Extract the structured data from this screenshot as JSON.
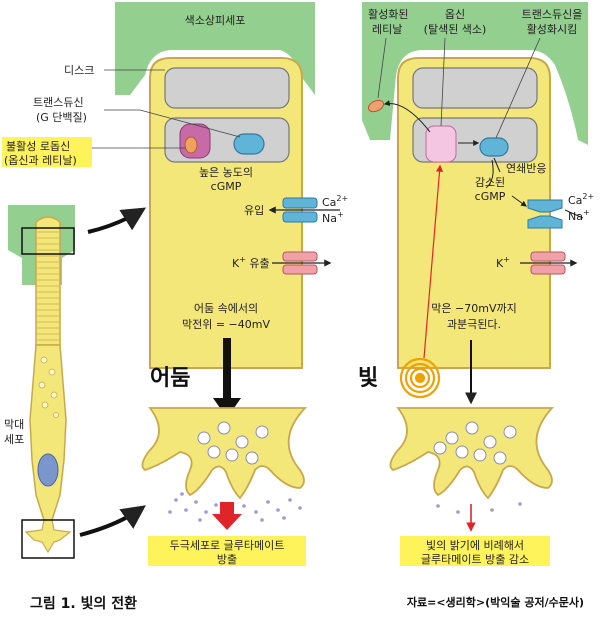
{
  "caption": "그림 1. 빛의 전환",
  "source": "자료=<생리학>(박익술 공저/수문사)",
  "dark_label": "어둠",
  "light_label": "빛",
  "rod_label_1": "막대",
  "rod_label_2": "세포",
  "left_panel": {
    "rpe": "색소상피세포",
    "disk": "디스크",
    "transducin_1": "트랜스듀신",
    "transducin_2": "(G 단백질)",
    "rhodopsin_1": "불활성 로돕신",
    "rhodopsin_2": "(옵신과 레티날)",
    "cgmp_1": "높은 농도의",
    "cgmp_2": "cGMP",
    "influx": "유입",
    "ca": "Ca",
    "ca_sup": "2+",
    "na": "Na",
    "na_sup": "+",
    "k": "K",
    "k_sup": "+",
    "efflux": " 유출",
    "potential_1": "어둠 속에서의",
    "potential_2": "막전위 = −40mV",
    "release_1": "두극세포로 글루타메이트",
    "release_2": "방출"
  },
  "right_panel": {
    "retinal_1": "활성화된",
    "retinal_2": "레티날",
    "opsin_1": "옵신",
    "opsin_2": "(탈색된 색소)",
    "transducin_1": "트랜스듀신을",
    "transducin_2": "활성화시킴",
    "cascade": "연쇄반응",
    "cgmp_1": "감소된",
    "cgmp_2": "cGMP",
    "ca": "Ca",
    "ca_sup": "2+",
    "na": "Na",
    "na_sup": "+",
    "k": "K",
    "k_sup": "+",
    "potential_1": "막은 −70mV까지",
    "potential_2": "과분극된다.",
    "release_1": "빛의 밝기에 비례해서",
    "release_2": "글루타메이트 방출 감소"
  },
  "colors": {
    "green": "#93cf8f",
    "yellow": "#f4e77a",
    "cell_border": "#c9a84d",
    "disk": "#d0d0d0",
    "channel_blue": "#5fb4d8",
    "channel_red": "#f0a0a6",
    "rhodopsin": "#c96aa8",
    "opsin_light": "#f4c6e2",
    "label_highlight": "#fff35c",
    "arrow_red": "#e0252a"
  }
}
